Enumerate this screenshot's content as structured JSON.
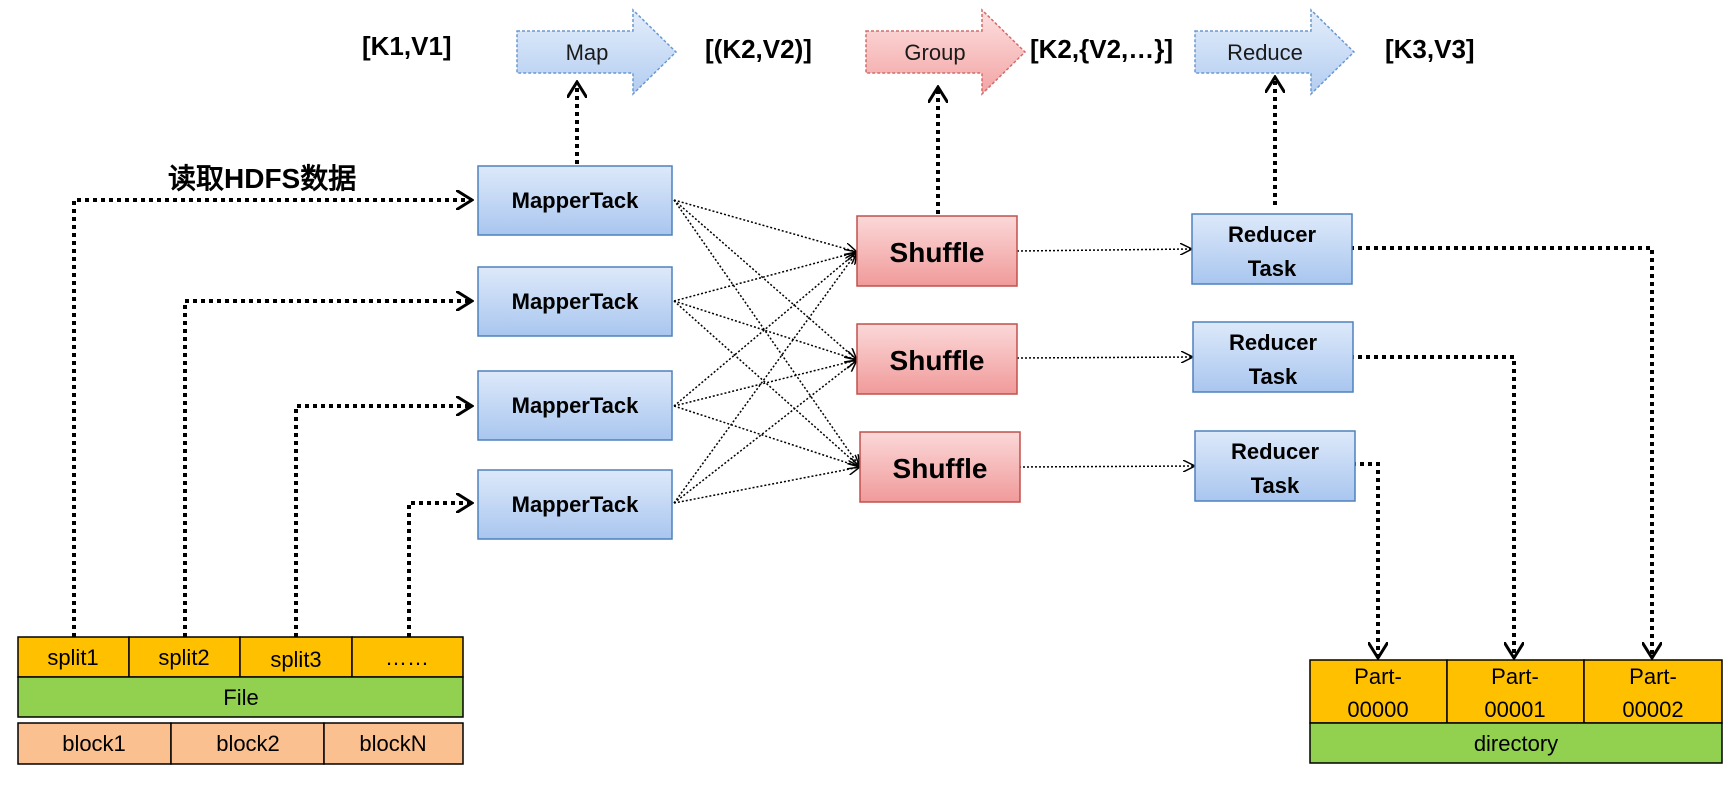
{
  "stage_labels": {
    "kv1": "[K1,V1]",
    "kv2": "[(K2,V2)]",
    "kv2_group": "[K2,{V2,…}]",
    "kv3": "[K3,V3]"
  },
  "stage_arrows": {
    "map": "Map",
    "group": "Group",
    "reduce": "Reduce"
  },
  "read_label": "读取HDFS数据",
  "mappers": [
    "MapperTack",
    "MapperTack",
    "MapperTack",
    "MapperTack"
  ],
  "shuffles": [
    "Shuffle",
    "Shuffle",
    "Shuffle"
  ],
  "reducers": [
    {
      "line1": "Reducer",
      "line2": "Task"
    },
    {
      "line1": "Reducer",
      "line2": "Task"
    },
    {
      "line1": "Reducer",
      "line2": "Task"
    }
  ],
  "input_file": {
    "splits": [
      "split1",
      "split2",
      "split3",
      "……"
    ],
    "file_label": "File",
    "blocks": [
      "block1",
      "block2",
      "blockN"
    ]
  },
  "output_dir": {
    "parts": [
      {
        "line1": "Part-",
        "line2": "00000"
      },
      {
        "line1": "Part-",
        "line2": "00001"
      },
      {
        "line1": "Part-",
        "line2": "00002"
      }
    ],
    "dir_label": "directory"
  },
  "colors": {
    "blue_fill": "#c5d9f5",
    "blue_stroke": "#4f81bd",
    "red_fill": "#f6c0c0",
    "red_stroke": "#c0504d",
    "orange": "#ffc000",
    "green": "#92d050",
    "peach": "#fac090"
  }
}
